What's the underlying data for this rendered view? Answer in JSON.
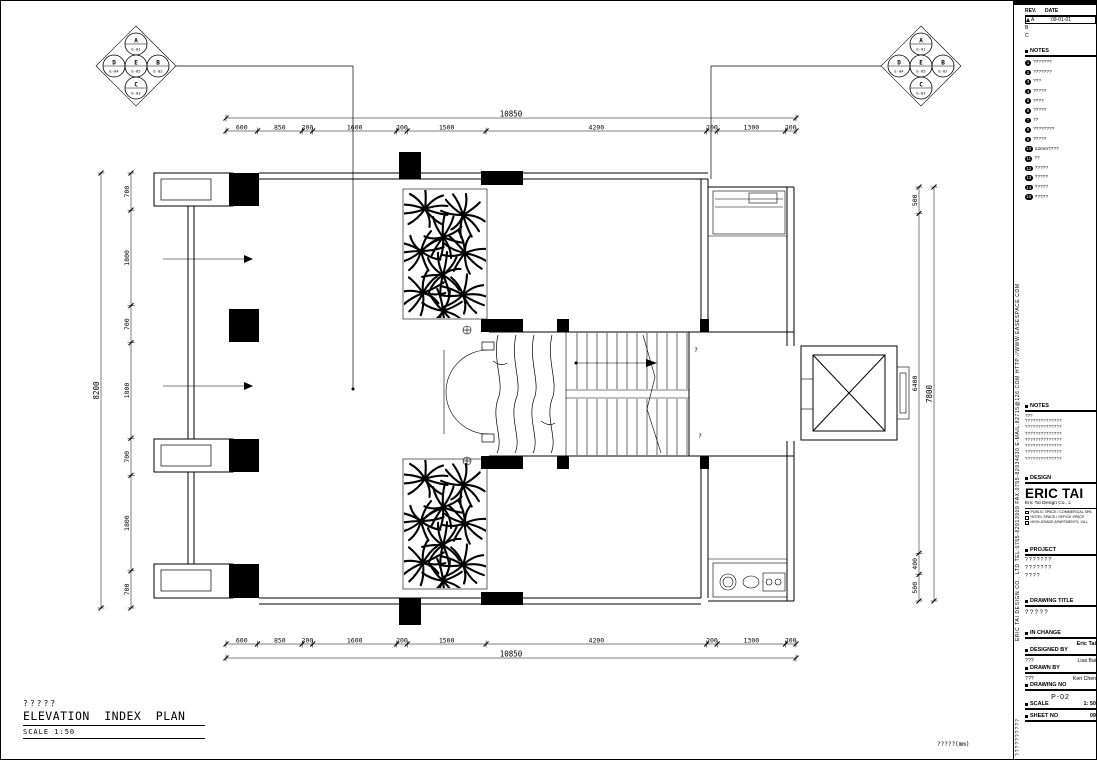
{
  "sheet": {
    "unit_note": "?????(mm)"
  },
  "caption": {
    "title_cn": "?????",
    "title_en": "ELEVATION INDEX PLAN",
    "scale": "SCALE 1:50"
  },
  "markers": {
    "left_cells": [
      {
        "letter": "A",
        "ref": "E-01"
      },
      {
        "letter": "B",
        "ref": "E-02"
      },
      {
        "letter": "C",
        "ref": "E-03"
      },
      {
        "letter": "D",
        "ref": "E-04"
      },
      {
        "letter": "E",
        "ref": "E-05"
      }
    ],
    "right_cells": [
      {
        "letter": "A",
        "ref": "E-01"
      },
      {
        "letter": "B",
        "ref": "E-02"
      },
      {
        "letter": "C",
        "ref": "E-03"
      },
      {
        "letter": "D",
        "ref": "E-04"
      },
      {
        "letter": "E",
        "ref": "E-05"
      }
    ]
  },
  "plan": {
    "top_total": "10850",
    "top_dims": [
      "600",
      "850",
      "200",
      "1600",
      "200",
      "1500",
      "4200",
      "200",
      "1300",
      "200"
    ],
    "bottom_total": "10850",
    "bottom_dims": [
      "600",
      "850",
      "200",
      "1600",
      "200",
      "1500",
      "4200",
      "200",
      "1300",
      "200"
    ],
    "left_total": "8200",
    "left_dims": [
      "700",
      "1800",
      "700",
      "1800",
      "700",
      "1800",
      "700"
    ],
    "right_total": "7800",
    "right_dims": [
      "500",
      "6400",
      "400",
      "500"
    ],
    "room_labels": [
      "?",
      "?"
    ]
  },
  "title_block": {
    "rev": {
      "col1": "REV.",
      "col2": "DATE",
      "rows": [
        [
          "A",
          "09-01-01"
        ],
        [
          "B",
          ""
        ],
        [
          "C",
          ""
        ]
      ]
    },
    "notes1": {
      "label": "NOTES",
      "items": [
        {
          "num": "1",
          "text": "???????"
        },
        {
          "num": "2",
          "text": "???????"
        },
        {
          "num": "3",
          "text": "???"
        },
        {
          "num": "4",
          "text": "?????"
        },
        {
          "num": "5",
          "text": "????"
        },
        {
          "num": "6",
          "text": "?????"
        },
        {
          "num": "7",
          "text": "??"
        },
        {
          "num": "8",
          "text": "????????"
        },
        {
          "num": "9",
          "text": "?????"
        },
        {
          "num": "10",
          "text": "12mm????"
        },
        {
          "num": "11",
          "text": "??"
        },
        {
          "num": "12",
          "text": "?????"
        },
        {
          "num": "13",
          "text": "?????"
        },
        {
          "num": "14",
          "text": "?????"
        },
        {
          "num": "15",
          "text": "?????"
        }
      ]
    },
    "contact_vertical": "ERIC TAI DESIGN CO., LTD   TEL:0755-82913909   FAX:0755-82934630   E-MAIL:82715@126.COM   HTTP://WWW.EASESPACE.COM",
    "notes2": {
      "label": "NOTES",
      "sub": "???",
      "lines": [
        "??????????????",
        "??????????????",
        "??????????????",
        "??????????????",
        "??????????????",
        "??????????????",
        "??????????????"
      ]
    },
    "design": {
      "label": "DESIGN",
      "brand": "ERIC TAI",
      "company": "Eric Tai Design Co., L",
      "services": [
        "PUBLIC SPACE / COMMERCIAL SPA",
        "HOTEL SPACE / OFFICE SPACE",
        "HIGH-GRADE APARTMENTS, VILL"
      ]
    },
    "project": {
      "label": "PROJECT",
      "lines": [
        "???????",
        "???????",
        "????"
      ]
    },
    "drawing_title": {
      "label": "DRAWING TITLE",
      "value": "?????"
    },
    "in_charge": {
      "label": "IN CHANGE",
      "value": "Eric Tai"
    },
    "designed_by": {
      "label": "DESIGNED BY",
      "name_cn": "???",
      "name_en": "Lisa Bai"
    },
    "drawn_by": {
      "label": "DRAWN BY",
      "name_cn": "???",
      "name_en": "Ken Chen"
    },
    "drawing_no": {
      "label": "DRAWING NO",
      "value": "P-02"
    },
    "scale": {
      "label": "SCALE",
      "value": "1: 50"
    },
    "sheet_no": {
      "label": "SHEET NO",
      "value": "09"
    },
    "vertical_note": "??????????"
  }
}
